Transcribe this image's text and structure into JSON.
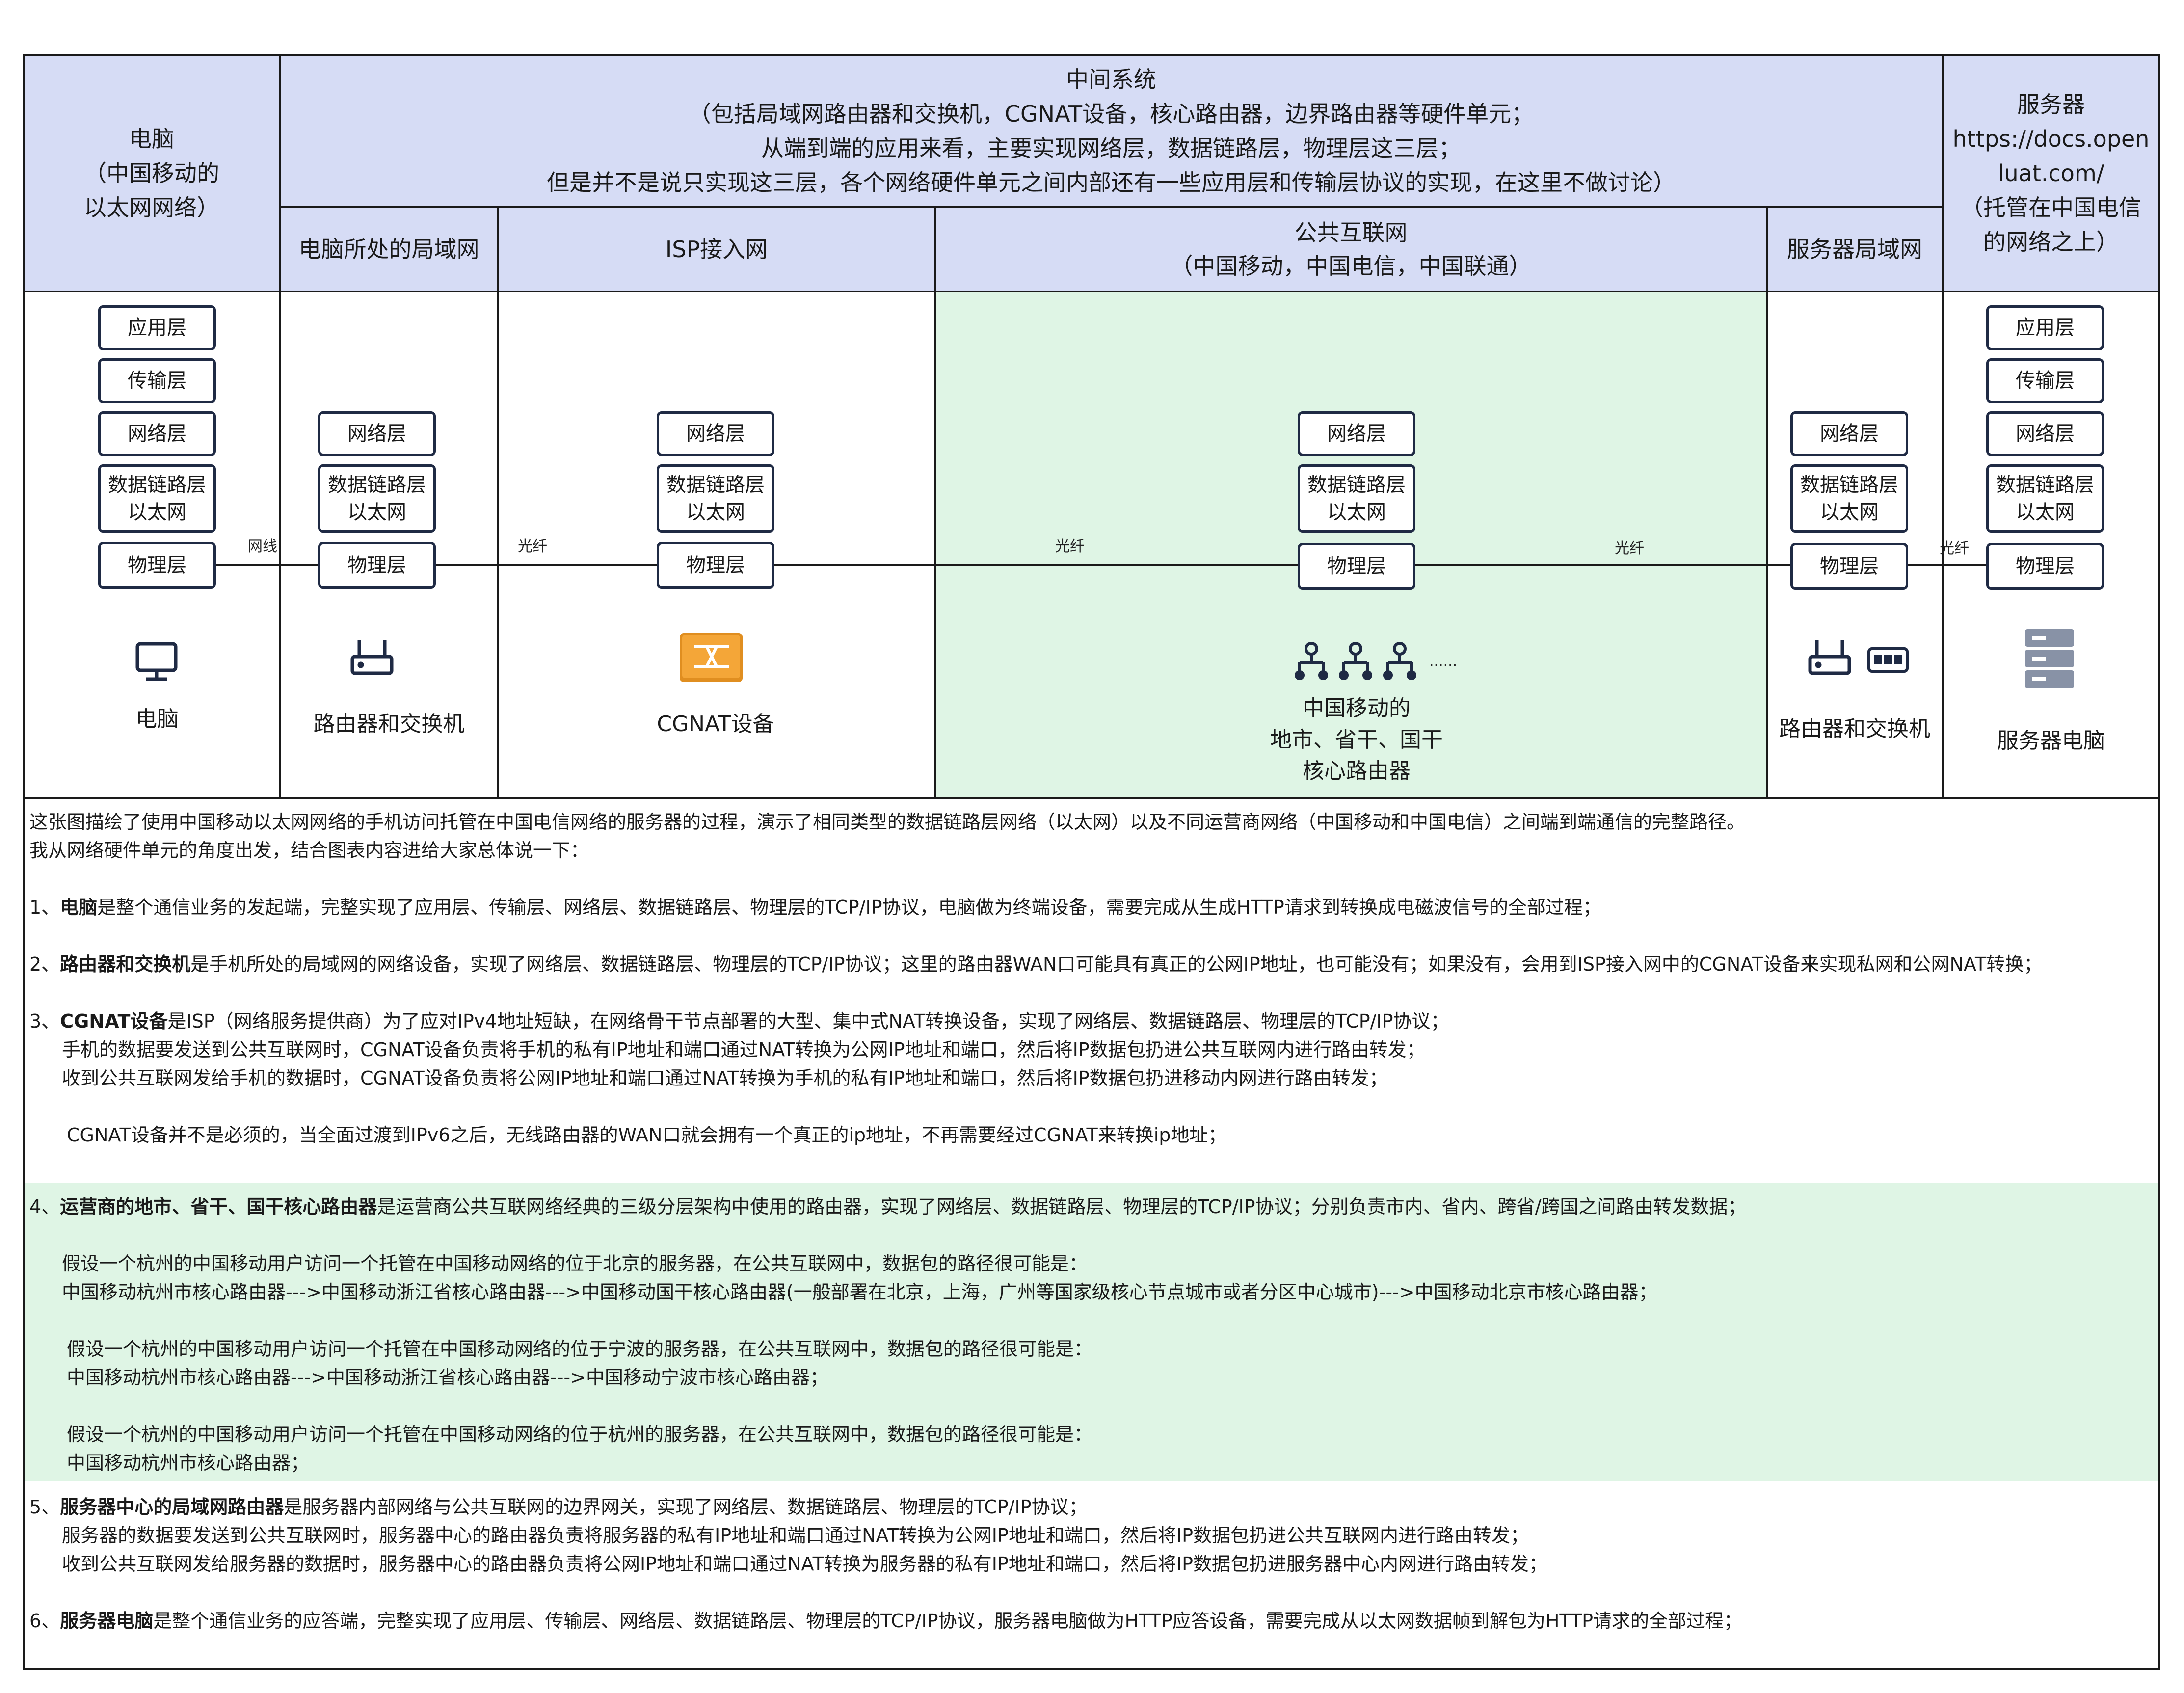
{
  "headers": {
    "computer": "电脑\n（中国移动的\n以太网网络）",
    "middle": "中间系统\n（包括局域网路由器和交换机，CGNAT设备，核心路由器，边界路由器等硬件单元；\n从端到端的应用来看，主要实现网络层，数据链路层，物理层这三层；\n但是并不是说只实现这三层，各个网络硬件单元之间内部还有一些应用层和传输层协议的实现，在这里不做讨论）",
    "server": "服务器\nhttps://docs.open\nluat.com/\n（托管在中国电信\n的网络之上）",
    "lan": "电脑所处的局域网",
    "isp": "ISP接入网",
    "internet": "公共互联网\n（中国移动，中国电信，中国联通）",
    "server_lan": "服务器局域网"
  },
  "layers": {
    "app": "应用层",
    "transport": "传输层",
    "network": "网络层",
    "datalink": "数据链路层\n以太网",
    "physical": "物理层"
  },
  "links": {
    "cable": "网线",
    "fiber": "光纤"
  },
  "nodes": {
    "computer": "电脑",
    "router": "路由器和交换机",
    "cgnat": "CGNAT设备",
    "core": "中国移动的\n地市、省干、国干\n核心路由器",
    "core_dots": "......",
    "server_router": "路由器和交换机",
    "server_pc": "服务器电脑"
  },
  "icons": {
    "computer": "monitor-icon",
    "router": "router-icon",
    "cgnat": "cgnat-device-icon",
    "core": "network-hierarchy-icon",
    "switch": "switch-icon",
    "server": "server-rack-icon"
  },
  "colors": {
    "header_bg": "#d6dcf5",
    "internet_bg": "#dff5e5",
    "cgnat_orange": "#f4a638",
    "border": "#1f2a44"
  },
  "description": {
    "intro1": "这张图描绘了使用中国移动以太网网络的手机访问托管在中国电信网络的服务器的过程，演示了相同类型的数据链路层网络（以太网）以及不同运营商网络（中国移动和中国电信）之间端到端通信的完整路径。",
    "intro2": "我从网络硬件单元的角度出发，结合图表内容进给大家总体说一下：",
    "p1_num": "1、",
    "p1_bold": "电脑",
    "p1_text": "是整个通信业务的发起端，完整实现了应用层、传输层、网络层、数据链路层、物理层的TCP/IP协议，电脑做为终端设备，需要完成从生成HTTP请求到转换成电磁波信号的全部过程；",
    "p2_num": "2、",
    "p2_bold": "路由器和交换机",
    "p2_text": "是手机所处的局域网的网络设备，实现了网络层、数据链路层、物理层的TCP/IP协议；这里的路由器WAN口可能具有真正的公网IP地址，也可能没有；如果没有，会用到ISP接入网中的CGNAT设备来实现私网和公网NAT转换；",
    "p3_num": "3、",
    "p3_bold": "CGNAT设备",
    "p3_text": "是ISP（网络服务提供商）为了应对IPv4地址短缺，在网络骨干节点部署的大型、集中式NAT转换设备，实现了网络层、数据链路层、物理层的TCP/IP协议；",
    "p3_line2": "手机的数据要发送到公共互联网时，CGNAT设备负责将手机的私有IP地址和端口通过NAT转换为公网IP地址和端口，然后将IP数据包扔进公共互联网内进行路由转发；",
    "p3_line3": "收到公共互联网发给手机的数据时，CGNAT设备负责将公网IP地址和端口通过NAT转换为手机的私有IP地址和端口，然后将IP数据包扔进移动内网进行路由转发；",
    "p3_line4": "CGNAT设备并不是必须的，当全面过渡到IPv6之后，无线路由器的WAN口就会拥有一个真正的ip地址，不再需要经过CGNAT来转换ip地址；",
    "p4_num": "4、",
    "p4_bold": "运营商的地市、省干、国干核心路由器",
    "p4_text": "是运营商公共互联网络经典的三级分层架构中使用的路由器，实现了网络层、数据链路层、物理层的TCP/IP协议；分别负责市内、省内、跨省/跨国之间路由转发数据；",
    "p4_line2": "假设一个杭州的中国移动用户访问一个托管在中国移动网络的位于北京的服务器，在公共互联网中，数据包的路径很可能是：",
    "p4_line3": "中国移动杭州市核心路由器--->中国移动浙江省核心路由器--->中国移动国干核心路由器(一般部署在北京，上海，广州等国家级核心节点城市或者分区中心城市)--->中国移动北京市核心路由器；",
    "p4_line4": "假设一个杭州的中国移动用户访问一个托管在中国移动网络的位于宁波的服务器，在公共互联网中，数据包的路径很可能是：",
    "p4_line5": "中国移动杭州市核心路由器--->中国移动浙江省核心路由器--->中国移动宁波市核心路由器；",
    "p4_line6": "假设一个杭州的中国移动用户访问一个托管在中国移动网络的位于杭州的服务器，在公共互联网中，数据包的路径很可能是：",
    "p4_line7": "中国移动杭州市核心路由器；",
    "p5_num": "5、",
    "p5_bold": "服务器中心的局域网路由器",
    "p5_text": "是服务器内部网络与公共互联网的边界网关，实现了网络层、数据链路层、物理层的TCP/IP协议；",
    "p5_line2": "服务器的数据要发送到公共互联网时，服务器中心的路由器负责将服务器的私有IP地址和端口通过NAT转换为公网IP地址和端口，然后将IP数据包扔进公共互联网内进行路由转发；",
    "p5_line3": "收到公共互联网发给服务器的数据时，服务器中心的路由器负责将公网IP地址和端口通过NAT转换为服务器的私有IP地址和端口，然后将IP数据包扔进服务器中心内网进行路由转发；",
    "p6_num": "6、",
    "p6_bold": "服务器电脑",
    "p6_text": "是整个通信业务的应答端，完整实现了应用层、传输层、网络层、数据链路层、物理层的TCP/IP协议，服务器电脑做为HTTP应答设备，需要完成从以太网数据帧到解包为HTTP请求的全部过程；"
  }
}
